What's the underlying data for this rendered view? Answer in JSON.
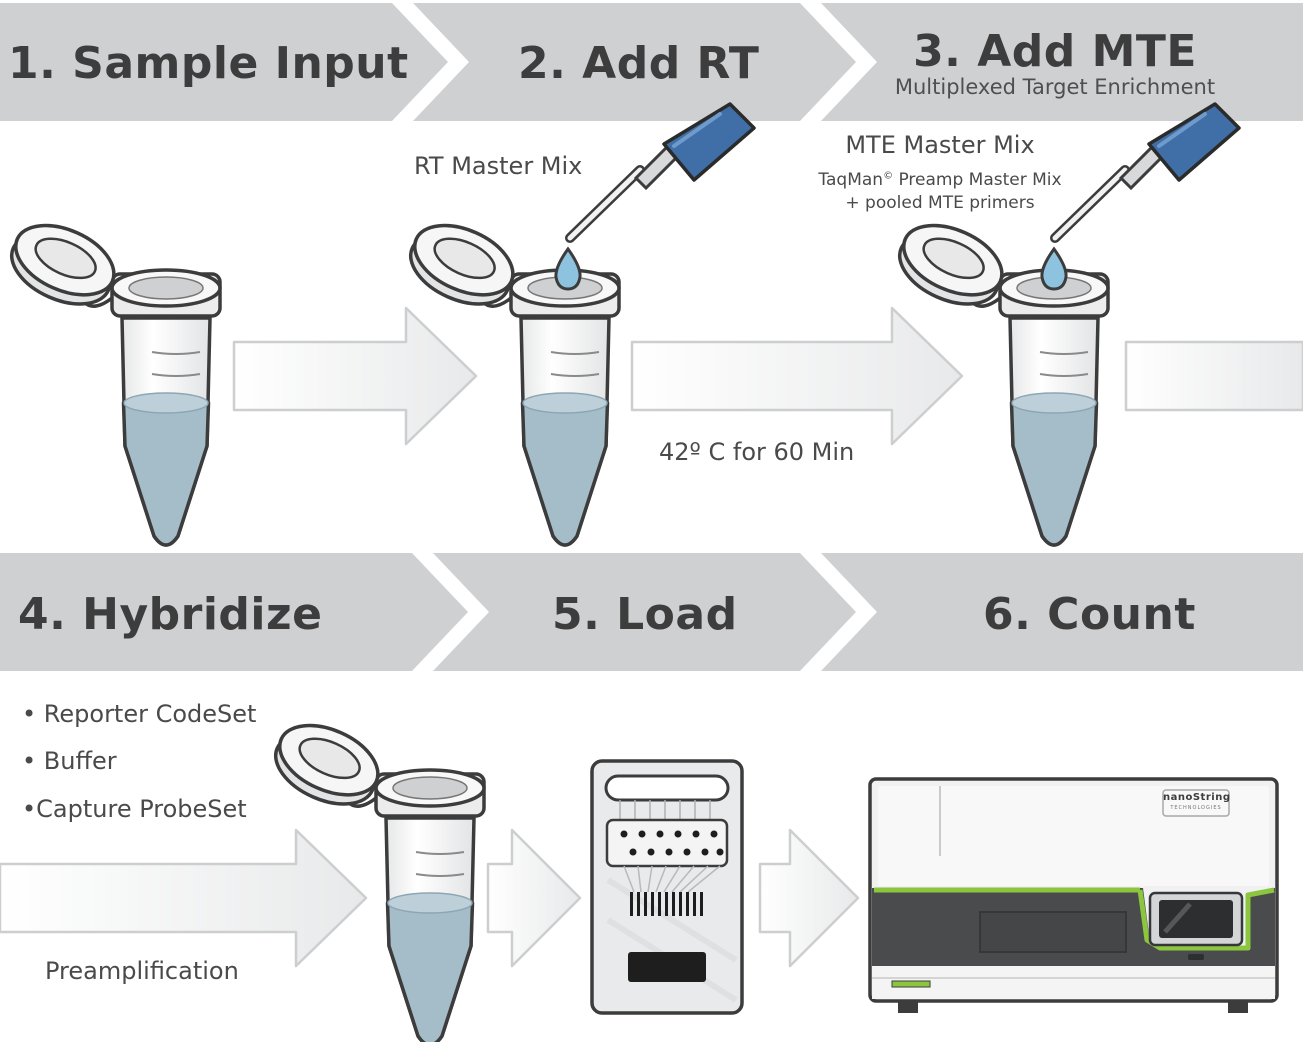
{
  "steps": [
    {
      "title": "1. Sample Input"
    },
    {
      "title": "2. Add RT"
    },
    {
      "title": "3. Add MTE",
      "subtitle": "Multiplexed Target Enrichment"
    },
    {
      "title": "4. Hybridize"
    },
    {
      "title": "5. Load"
    },
    {
      "title": "6. Count"
    }
  ],
  "labels": {
    "rt_master_mix": "RT Master Mix",
    "mte_master_mix": "MTE Master Mix",
    "taqman_line": "TaqMan",
    "taqman_rest": " Preamp Master Mix",
    "registered": "©",
    "pooled_line": "+ pooled MTE primers",
    "incubation": "42º C for 60 Min",
    "preamplification": "Preamplification"
  },
  "hyb_items": [
    "• Reporter CodeSet",
    "• Buffer",
    "•Capture ProbeSet"
  ],
  "instrument": {
    "brand": "nanoString",
    "brand_sub": "TECHNOLOGIES"
  },
  "colors": {
    "banner": "#cfd0d2",
    "liquid": "#a4bdc9",
    "drop": "#8ec3e0",
    "pipette": "#3f6fa6",
    "accent_green": "#8cc63f",
    "outline": "#3c3c3c"
  }
}
